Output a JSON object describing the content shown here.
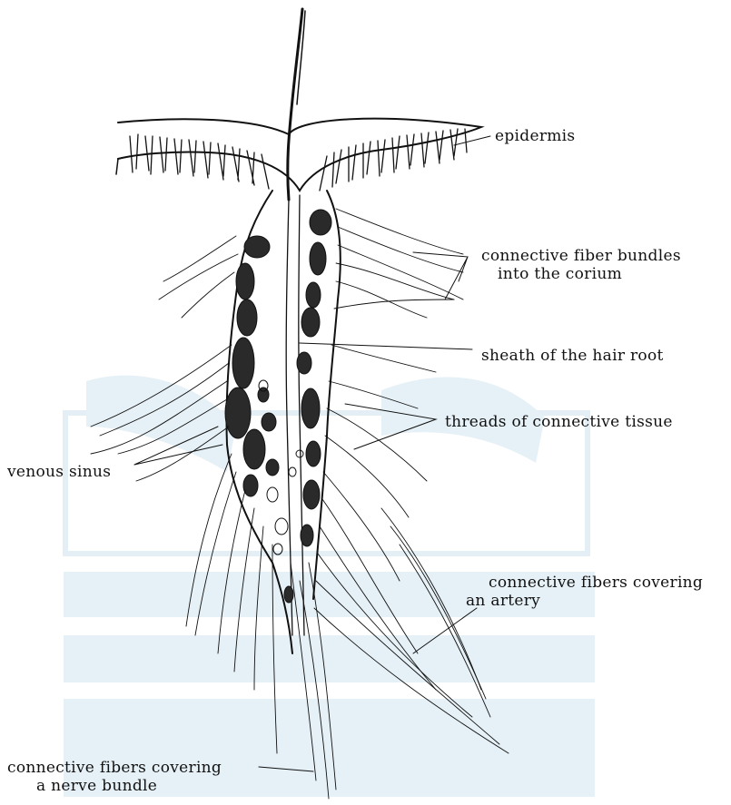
{
  "labels": {
    "epidermis": "epidermis",
    "fiber_bundles_line1": "connective fiber bundles",
    "fiber_bundles_line2": "into the corium",
    "sheath": "sheath of the hair root",
    "threads": "threads of connective tissue",
    "venous_sinus": "venous sinus",
    "artery_line1": "connective fibers covering",
    "artery_line2": "an artery",
    "nerve_line1": "connective fibers covering",
    "nerve_line2": "a nerve bundle"
  },
  "colors": {
    "ink": "#111111",
    "watermark": "#e6f1f7",
    "sinus_fill": "#2a2a2a"
  }
}
